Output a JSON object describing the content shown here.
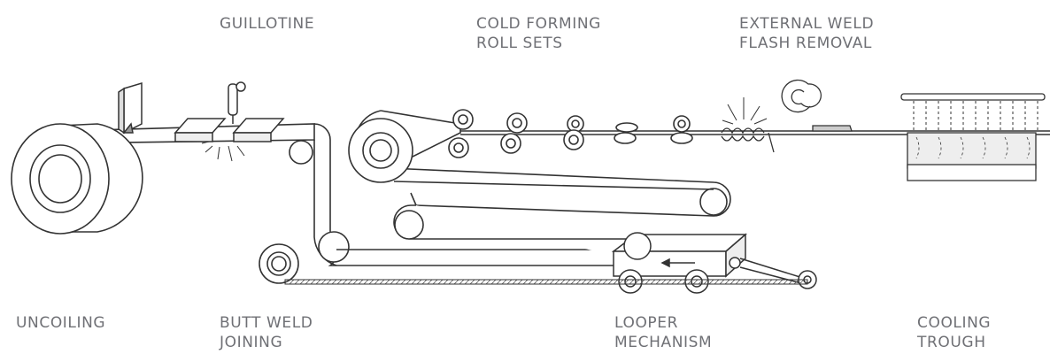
{
  "labels": {
    "guillotine": "GUILLOTINE",
    "cold_forming_1": "COLD FORMING",
    "cold_forming_2": "ROLL SETS",
    "ext_weld_1": "EXTERNAL WELD",
    "ext_weld_2": "FLASH REMOVAL",
    "uncoiling": "UNCOILING",
    "butt_weld_1": "BUTT WELD",
    "butt_weld_2": "JOINING",
    "looper_1": "LOOPER",
    "looper_2": "MECHANISM",
    "cooling_1": "COOLING",
    "cooling_2": "TROUGH"
  },
  "colors": {
    "line": "#333333",
    "label": "#6f7075",
    "fill": "#ffffff",
    "shade": "#dcdcdc"
  }
}
